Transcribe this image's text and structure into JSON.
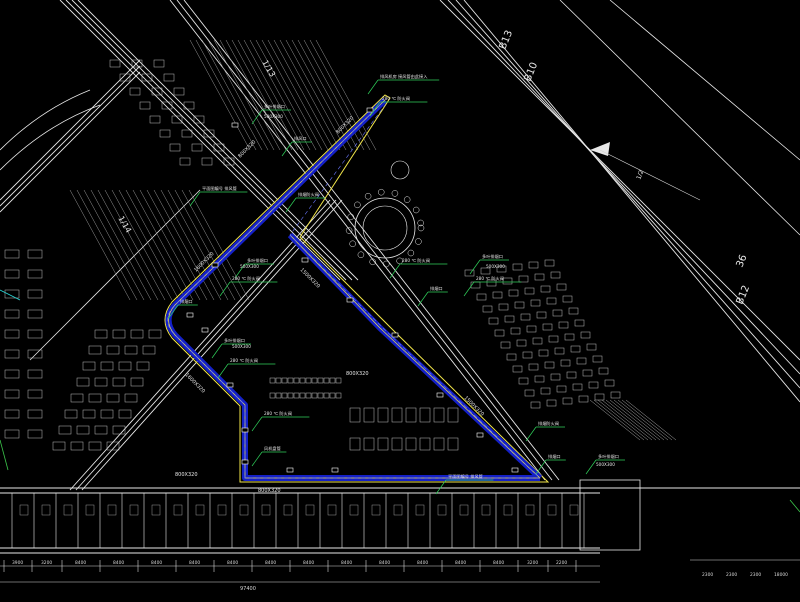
{
  "drawing": {
    "background": "#000000",
    "colors": {
      "wall": "#e8e8e8",
      "furniture": "#bfbfbf",
      "duct_outline": "#f2e64a",
      "duct_fill": "#1420c8",
      "duct_center": "#6b78ff",
      "leader": "#2fd05a",
      "cyan": "#2ad6d6",
      "green": "#3cc84b",
      "dim": "#d8d8d8"
    },
    "grid_labels": [
      "B10",
      "B13",
      "B12",
      "36",
      "1/13",
      "1/14",
      "1/2"
    ],
    "duct_sizes": [
      "800X320",
      "800X320",
      "1600X320",
      "1500X320",
      "1600X320",
      "800X320",
      "800X320",
      "1500X320",
      "800X320"
    ],
    "notes": {
      "fire_damper": "280 ℃ 防火阀",
      "fire_valve": "排烟防火阀",
      "vent": "排烟口",
      "exhaust": "排风口",
      "smoke_exit": "多叶排烟口",
      "wall_note": "平面图编号 排风管",
      "spec": "500X300",
      "closed": "常闭",
      "top_note": "排风机房 接风管由此接入",
      "fan_note": "风机盘管"
    },
    "bottom_dims": [
      "3900",
      "3200",
      "8400",
      "8400",
      "8400",
      "8400",
      "8400",
      "8400",
      "8400",
      "8400",
      "8400",
      "8400",
      "8400",
      "8400",
      "3200",
      "2200"
    ],
    "total_dim": "97400",
    "right_dims": [
      "2300",
      "2300",
      "2300",
      "18000"
    ]
  }
}
